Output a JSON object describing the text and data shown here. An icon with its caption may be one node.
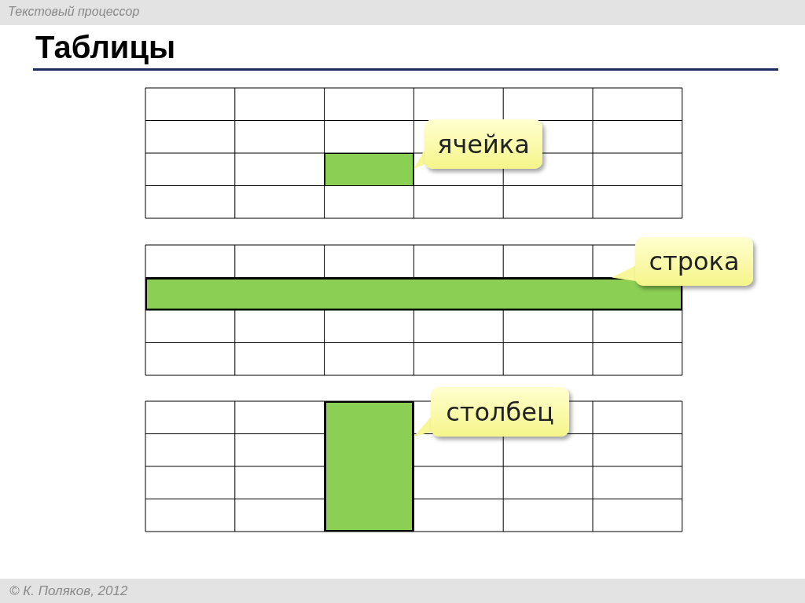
{
  "diagram": {
    "title": "Таблицы",
    "nodes": [
      {
        "text": [
          "ячейка"
        ]
      },
      {
        "text": [],
        "shape": "box"
      },
      {
        "text": [
          "строка"
        ]
      },
      {
        "text": [],
        "shape": "bar"
      },
      {
        "text": [
          "столбец"
        ]
      },
      {
        "text": [],
        "shape": "bar"
      }
    ],
    "edges": [
      {
        "from": 0,
        "to": 1,
        "arrow": "to"
      },
      {
        "from": 2,
        "to": 3,
        "arrow": "to"
      },
      {
        "from": 4,
        "to": 5,
        "arrow": "to"
      }
    ],
    "labels": [
      "Текстовый процессор",
      "© К. Поляков, 2012"
    ]
  }
}
